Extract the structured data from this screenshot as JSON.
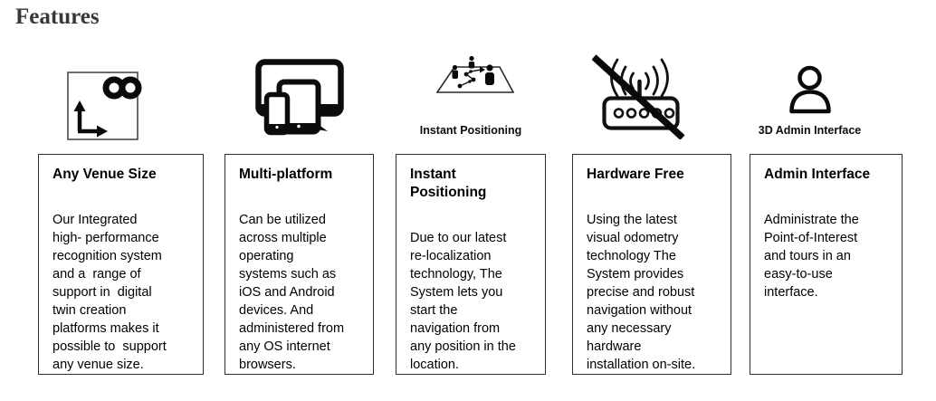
{
  "heading": "Features",
  "features": [
    {
      "icon": "infinity-axis-icon",
      "icon_caption": "",
      "title": "Any Venue Size",
      "body": "Our Integrated\nhigh- performance\nrecognition system\nand a  range of\nsupport in  digital\ntwin creation\nplatforms makes it\npossible to  support\nany venue size."
    },
    {
      "icon": "devices-icon",
      "icon_caption": "",
      "title": "Multi-platform",
      "body": "Can be utilized\nacross multiple\noperating\nsystems such as\niOS and Android\ndevices. And\nadministered from\nany OS internet\nbrowsers."
    },
    {
      "icon": "map-positioning-icon",
      "icon_caption": "Instant Positioning",
      "title": "Instant\nPositioning",
      "body": "Due to our latest\nre-localization\ntechnology, The\nSystem lets you\nstart the\nnavigation from\nany position in the\nlocation."
    },
    {
      "icon": "router-crossed-icon",
      "icon_caption": "",
      "title": "Hardware Free",
      "body": "Using the latest\nvisual odometry\ntechnology The\nSystem provides\nprecise and robust\nnavigation without\nany necessary\nhardware\ninstallation on-site."
    },
    {
      "icon": "person-icon",
      "icon_caption": "3D Admin Interface",
      "title": "Admin Interface",
      "body": "Administrate the\nPoint-of-Interest\nand tours in an\neasy-to-use\ninterface."
    }
  ],
  "colors": {
    "text": "#000000",
    "border": "#2f2f2f",
    "heading": "#383838"
  }
}
